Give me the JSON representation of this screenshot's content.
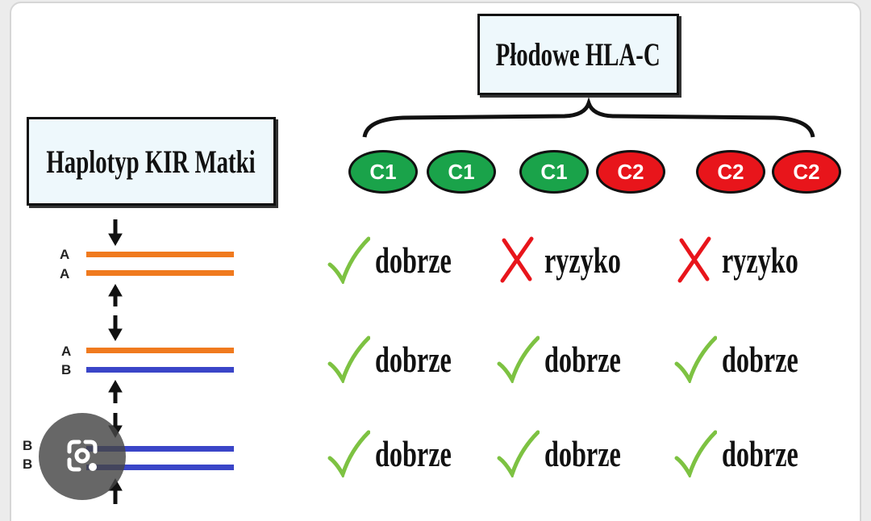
{
  "fetal_box": {
    "title": "Płodowe HLA-C"
  },
  "maternal_box": {
    "title": "Haplotyp KIR Matki"
  },
  "genotypes": [
    {
      "alleles": [
        {
          "label": "C1",
          "color": "green"
        },
        {
          "label": "C1",
          "color": "green"
        }
      ]
    },
    {
      "alleles": [
        {
          "label": "C1",
          "color": "green"
        },
        {
          "label": "C2",
          "color": "red"
        }
      ]
    },
    {
      "alleles": [
        {
          "label": "C2",
          "color": "red"
        },
        {
          "label": "C2",
          "color": "red"
        }
      ]
    }
  ],
  "haplotypes": [
    {
      "labels": [
        "A",
        "A"
      ]
    },
    {
      "labels": [
        "A",
        "B"
      ]
    },
    {
      "labels": [
        "B",
        "B"
      ]
    }
  ],
  "outcomes": [
    [
      {
        "icon": "check",
        "text": "dobrze"
      },
      {
        "icon": "cross",
        "text": "ryzyko"
      },
      {
        "icon": "cross",
        "text": "ryzyko"
      }
    ],
    [
      {
        "icon": "check",
        "text": "dobrze"
      },
      {
        "icon": "check",
        "text": "dobrze"
      },
      {
        "icon": "check",
        "text": "dobrze"
      }
    ],
    [
      {
        "icon": "check",
        "text": "dobrze"
      },
      {
        "icon": "check",
        "text": "dobrze"
      },
      {
        "icon": "check",
        "text": "dobrze"
      }
    ]
  ],
  "colors": {
    "green": "#1aa34a",
    "red": "#e8151b",
    "orange": "#f07a1e",
    "blue": "#3a45c8",
    "check": "#7dc242",
    "cross": "#e8151b"
  }
}
